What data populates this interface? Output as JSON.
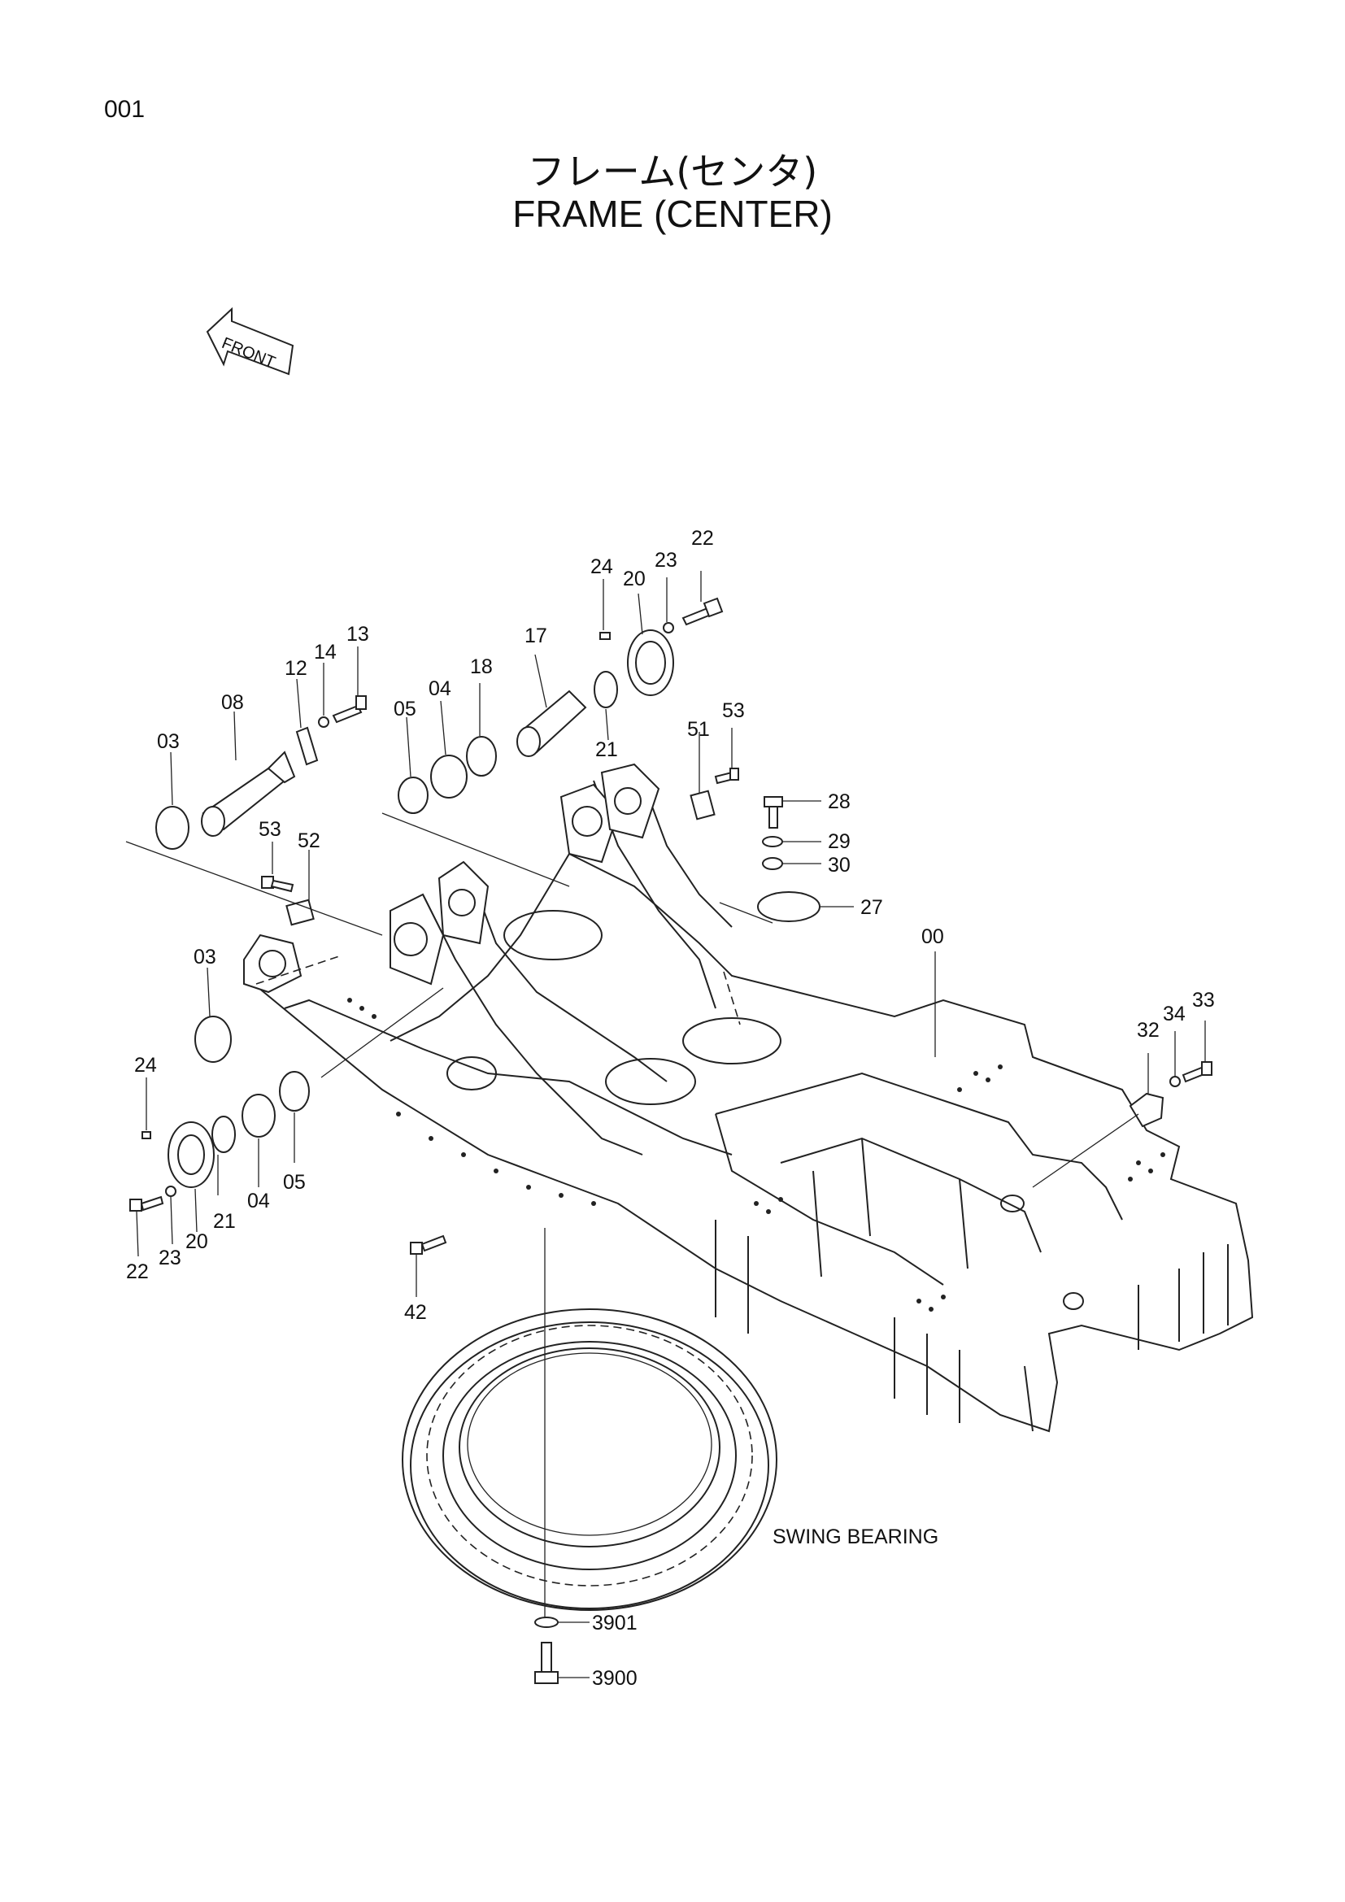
{
  "page": {
    "number": "001"
  },
  "title": {
    "jp": "フレーム(センタ)",
    "en": "FRAME (CENTER)"
  },
  "front_marker": "FRONT",
  "swing_bearing_label": "SWING  BEARING",
  "callouts": {
    "c22_top": "22",
    "c24_top": "24",
    "c20_top": "20",
    "c23_top": "23",
    "c17": "17",
    "c18": "18",
    "c04_top": "04",
    "c05_top": "05",
    "c13": "13",
    "c14": "14",
    "c12": "12",
    "c08": "08",
    "c03_top": "03",
    "c21_top": "21",
    "c51": "51",
    "c53_right": "53",
    "c28": "28",
    "c29": "29",
    "c30": "30",
    "c27": "27",
    "c00": "00",
    "c53_left": "53",
    "c52": "52",
    "c03_left": "03",
    "c24_left": "24",
    "c21_left": "21",
    "c04_left": "04",
    "c05_left": "05",
    "c22_left": "22",
    "c23_left": "23",
    "c20_left": "20",
    "c42": "42",
    "c32": "32",
    "c34": "34",
    "c33": "33",
    "c3901": "3901",
    "c3900": "3900"
  }
}
